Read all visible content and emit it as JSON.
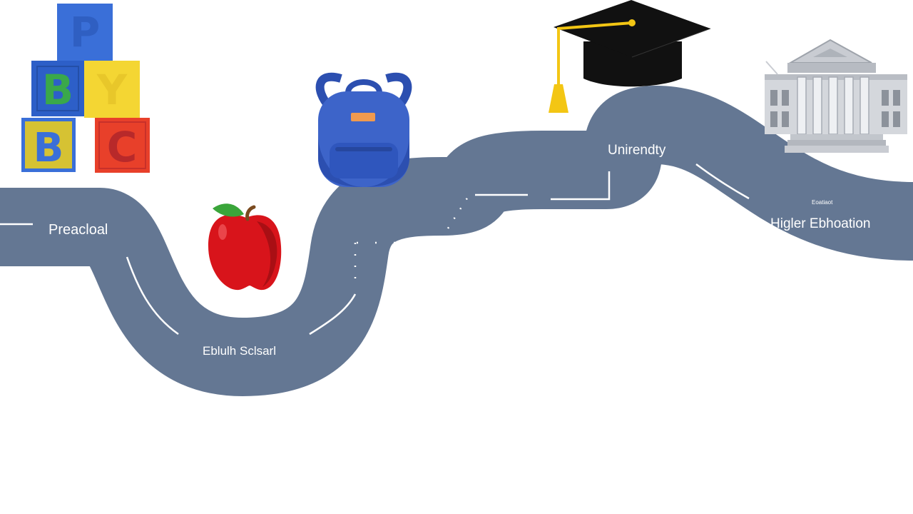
{
  "stages": {
    "preschool": "Preacloal",
    "elementary": "Eblulh Sclsarl",
    "university": "Unirendty",
    "higher_education": "Higler Ebhoation",
    "small_sign": "Eoatiaot"
  },
  "blocks": [
    {
      "letter": "P",
      "face_color": "#3a6fd8",
      "letter_color": "#2f5fc2"
    },
    {
      "letter": "B",
      "face_color": "#2d5fc8",
      "letter_color": "#3aa84a"
    },
    {
      "letter": "Y",
      "face_color": "#f4d633",
      "letter_color": "#e8c72a"
    },
    {
      "letter": "B",
      "face_color": "#3a6fd8",
      "letter_color": "#d6b72a"
    },
    {
      "letter": "C",
      "face_color": "#e8402a",
      "letter_color": "#b8292a"
    }
  ],
  "colors": {
    "road": "#647793",
    "road_markings": "#ffffff",
    "apple": "#d8141b",
    "backpack": "#3d64c9",
    "cap": "#111111",
    "tassel": "#f3c614",
    "building": "#c9ccd2"
  }
}
